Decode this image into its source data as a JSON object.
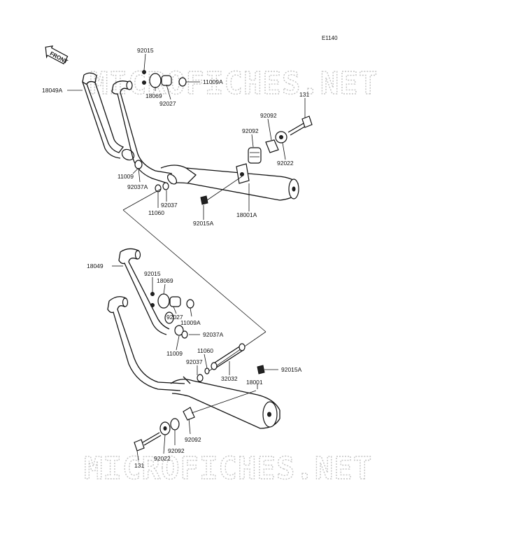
{
  "diagram_code": "E1140",
  "front_badge": "FRONT",
  "watermark": "MICROFICHES.NET",
  "labels": {
    "l_18049A": "18049A",
    "l_92015_top": "92015",
    "l_18069_top": "18069",
    "l_92027_top": "92027",
    "l_11009A_top": "11009A",
    "l_131_top": "131",
    "l_92092_top_a": "92092",
    "l_92092_top_b": "92092",
    "l_92022_top": "92022",
    "l_11009_top": "11009",
    "l_92037A_top": "92037A",
    "l_92037_top": "92037",
    "l_11060_top": "11060",
    "l_92015A_top": "92015A",
    "l_18001A": "18001A",
    "l_18049": "18049",
    "l_92015_bot": "92015",
    "l_18069_bot": "18069",
    "l_92027_bot": "92027",
    "l_11009A_bot": "11009A",
    "l_92037A_bot": "92037A",
    "l_11009_bot": "11009",
    "l_11060_bot": "11060",
    "l_92037_bot": "92037",
    "l_92015A_bot": "92015A",
    "l_32032": "32032",
    "l_18001": "18001",
    "l_92092_bot_a": "92092",
    "l_92092_bot_b": "92092",
    "l_92022_bot": "92022",
    "l_131_bot": "131"
  }
}
